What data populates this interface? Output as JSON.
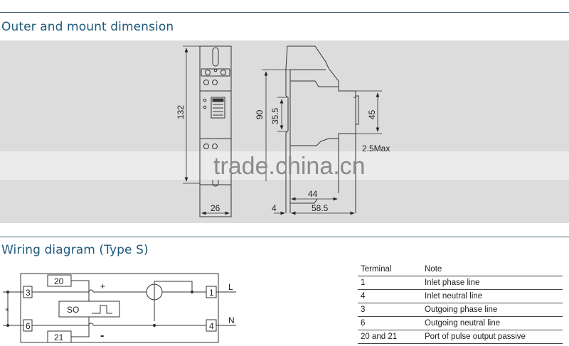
{
  "sections": {
    "outer": {
      "title": "Outer and mount dimension"
    },
    "wiring": {
      "title": "Wiring diagram (Type S)"
    }
  },
  "dimensions": {
    "front_height": "132",
    "front_width": "26",
    "side_height": "90",
    "rail_height": "35.5",
    "rear_height": "45",
    "max_offset": "2.5Max",
    "depth_inner": "44",
    "depth_total": "58.5",
    "rail_thickness": "4"
  },
  "watermark": "trade.china.cn",
  "wiring_diagram": {
    "terminals": {
      "t20": "20",
      "t21": "21",
      "t3": "3",
      "t6": "6",
      "t1": "1",
      "t4": "4"
    },
    "so_label": "SO",
    "plus": "+",
    "minus": "-",
    "line_L": "L",
    "line_N": "N",
    "cross": "×"
  },
  "terminal_table": {
    "headers": [
      "Terminal",
      "Note"
    ],
    "rows": [
      {
        "terminal": "1",
        "note": "Inlet phase line"
      },
      {
        "terminal": "4",
        "note": "Inlet neutral line"
      },
      {
        "terminal": "3",
        "note": "Outgoing phase line"
      },
      {
        "terminal": "6",
        "note": "Outgoing neutral line"
      },
      {
        "terminal": "20 and 21",
        "note": "Port of  pulse output passive"
      }
    ]
  },
  "colors": {
    "title": "#1f5a7a",
    "rule": "#3f6479",
    "band": "#dcdcdc"
  }
}
